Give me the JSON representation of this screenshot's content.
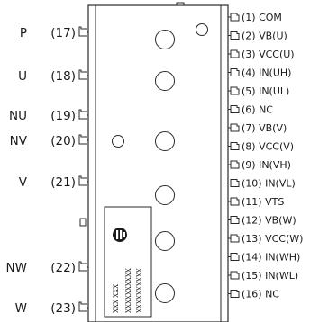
{
  "module": {
    "left_pins": [
      {
        "name": "P",
        "num": "(17)"
      },
      {
        "name": "U",
        "num": "(18)"
      },
      {
        "name": "NU",
        "num": "(19)"
      },
      {
        "name": "NV",
        "num": "(20)"
      },
      {
        "name": "V",
        "num": "(21)"
      },
      {
        "name": "NW",
        "num": "(22)"
      },
      {
        "name": "W",
        "num": "(23)"
      }
    ],
    "right_pins": [
      "(1) COM",
      "(2) VB(U)",
      "(3) VCC(U)",
      "(4) IN(UH)",
      "(5) IN(UL)",
      "(6) NC",
      "(7) VB(V)",
      "(8) VCC(V)",
      "(9) IN(VH)",
      "(10) IN(VL)",
      "(11) VTS",
      "(12) VB(W)",
      "(13) VCC(W)",
      "(14) IN(WH)",
      "(15) IN(WL)",
      "(16) NC"
    ],
    "marking": {
      "logo": "manufacturer-logo",
      "lines": [
        "XXX XXX",
        "XXXXXXXXXX",
        "XXXXXXXXXX"
      ]
    }
  }
}
